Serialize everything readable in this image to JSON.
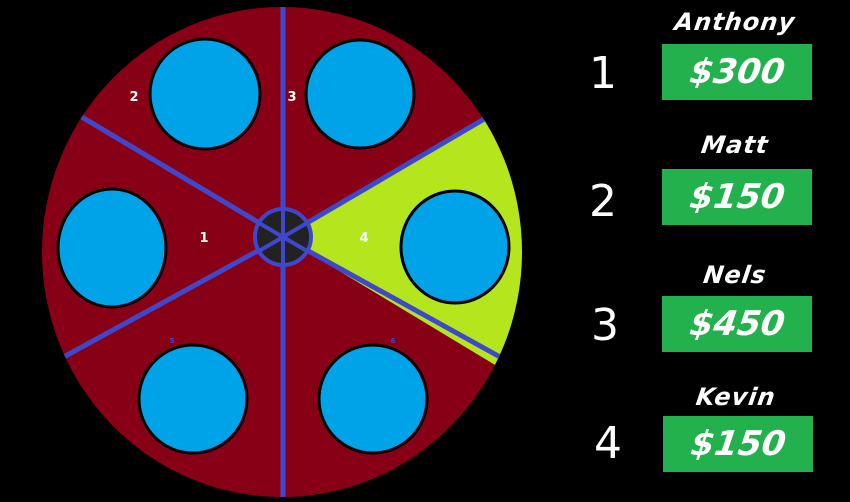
{
  "wheel": {
    "sector_labels": [
      "1",
      "2",
      "3",
      "4",
      "5",
      "6"
    ],
    "highlighted_sector": "4",
    "colors": {
      "sector": "#880015",
      "highlight": "#b5e61d",
      "divider": "#3f48cc",
      "slot": "#00a2e8"
    }
  },
  "players": [
    {
      "rank": "1",
      "name": "Anthony",
      "score": "$300"
    },
    {
      "rank": "2",
      "name": "Matt",
      "score": "$150"
    },
    {
      "rank": "3",
      "name": "Nels",
      "score": "$450"
    },
    {
      "rank": "4",
      "name": "Kevin",
      "score": "$150"
    }
  ],
  "colors": {
    "score_box": "#22b14c"
  }
}
